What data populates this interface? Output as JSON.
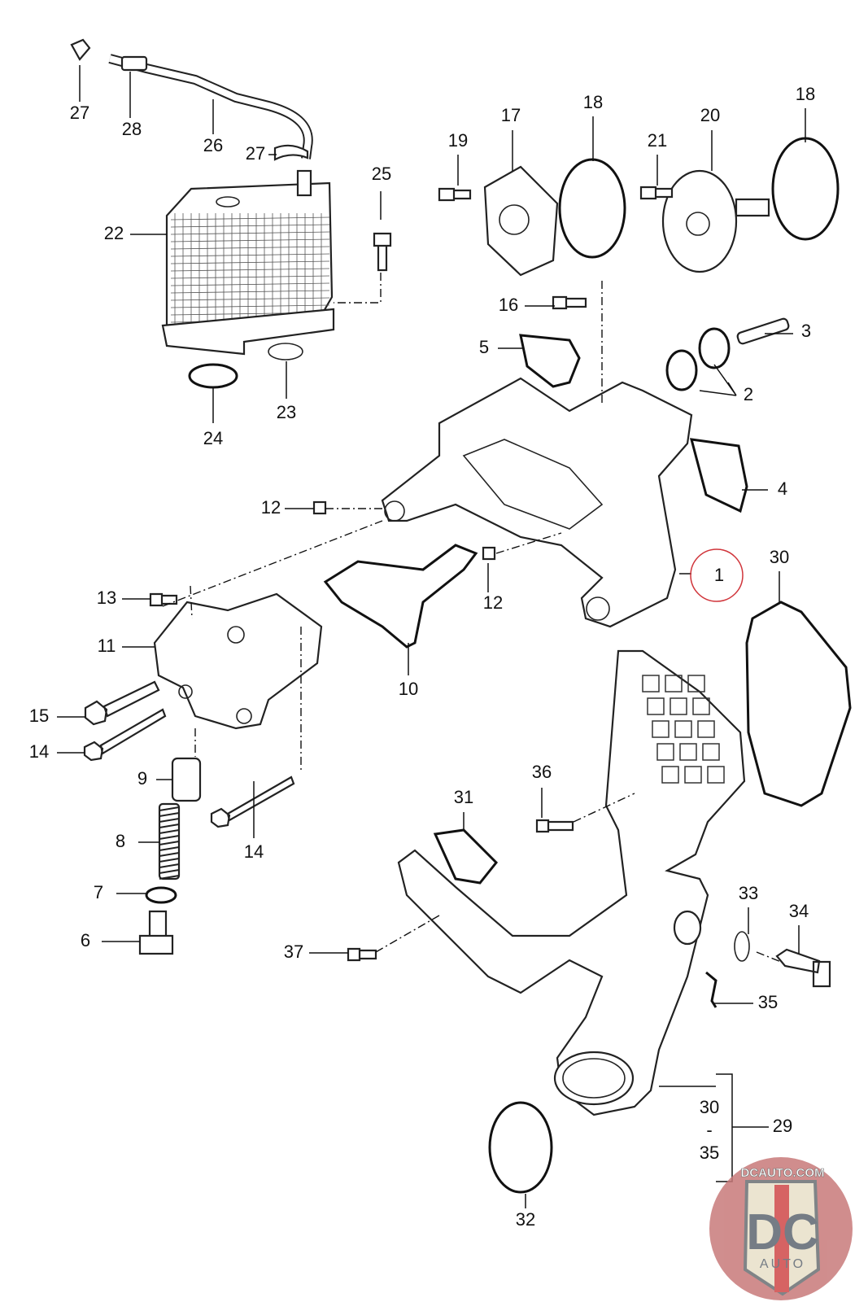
{
  "diagram": {
    "callouts": [
      "27",
      "28",
      "26",
      "27",
      "25",
      "22",
      "24",
      "23",
      "19",
      "17",
      "18",
      "21",
      "20",
      "18",
      "16",
      "3",
      "5",
      "2",
      "4",
      "12",
      "1",
      "30",
      "12",
      "13",
      "11",
      "10",
      "15",
      "14",
      "9",
      "36",
      "31",
      "8",
      "14",
      "7",
      "33",
      "34",
      "6",
      "37",
      "35",
      "29",
      "32"
    ],
    "group_label": {
      "from": "30",
      "dash": "-",
      "to": "35"
    },
    "highlight_callout": "1",
    "highlight_color": "#d0343a"
  },
  "watermark": {
    "site": "DCAUTO.COM",
    "mark": "DC",
    "sub": "AUTO",
    "colors": {
      "badge": "#c87a7a",
      "shield": "#e8e0c8",
      "stripe": "#d04848",
      "letters": "#5d6670"
    }
  }
}
